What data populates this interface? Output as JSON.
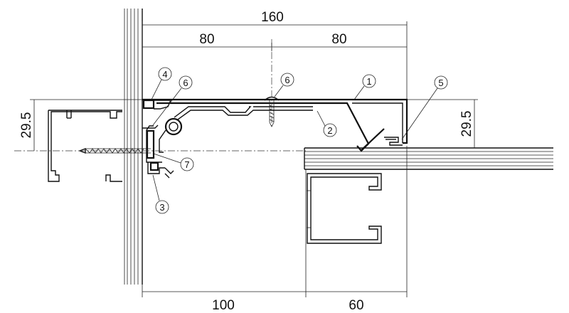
{
  "dimensions": {
    "overall_width": "160",
    "left_half": "80",
    "right_half": "80",
    "left_height": "29.5",
    "right_height": "29.5",
    "bottom_left": "100",
    "bottom_right": "60"
  },
  "callouts": {
    "c1": "1",
    "c2": "2",
    "c3": "3",
    "c4": "4",
    "c5": "5",
    "c6a": "6",
    "c6b": "6",
    "c7": "7"
  }
}
